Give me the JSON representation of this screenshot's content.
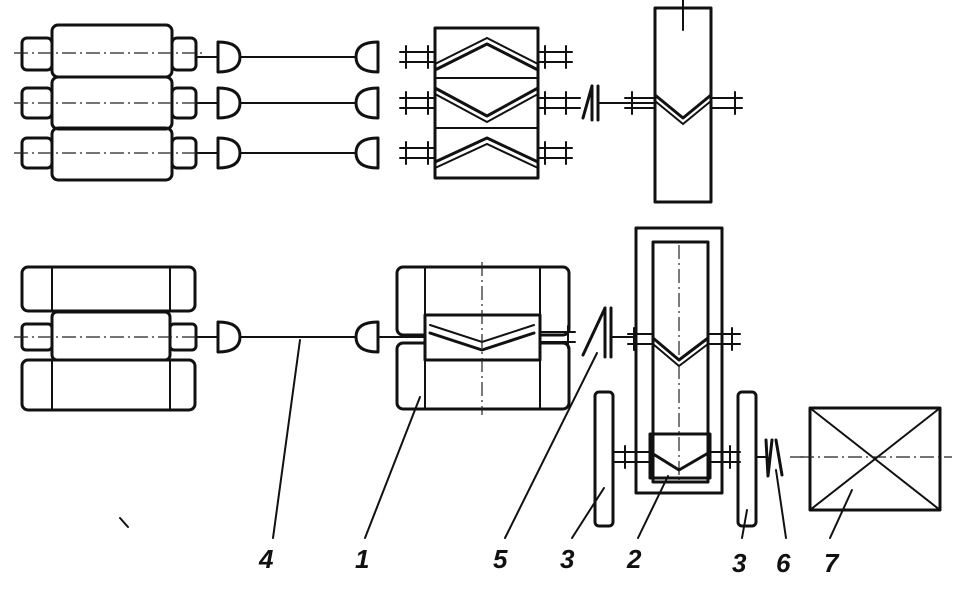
{
  "labels": {
    "l4": "4",
    "l1": "1",
    "l5": "5",
    "l3a": "3",
    "l2": "2",
    "l3b": "3",
    "l6": "6",
    "l7": "7"
  }
}
